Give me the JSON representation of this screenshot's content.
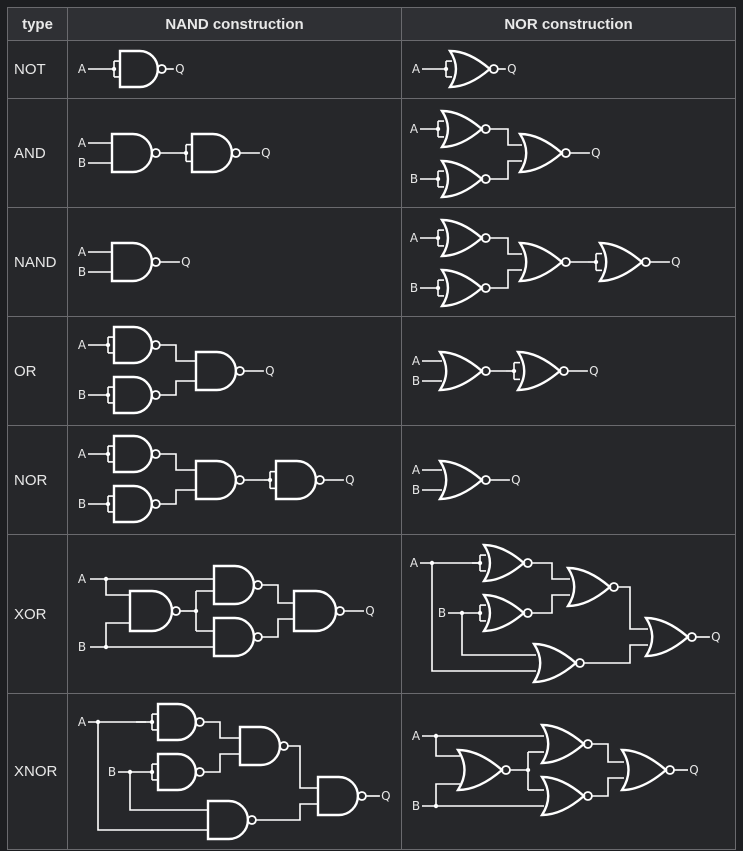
{
  "header": {
    "type": "type",
    "nand": "NAND construction",
    "nor": "NOR construction"
  },
  "rows": [
    {
      "type": "NOT"
    },
    {
      "type": "AND"
    },
    {
      "type": "NAND"
    },
    {
      "type": "OR"
    },
    {
      "type": "NOR"
    },
    {
      "type": "XOR"
    },
    {
      "type": "XNOR"
    }
  ],
  "labels": {
    "a": "A",
    "b": "B",
    "q": "Q"
  },
  "colors": {
    "background": "#1d1e21",
    "cell": "#26272a",
    "header": "#2f3034",
    "stroke": "#ffffff"
  }
}
